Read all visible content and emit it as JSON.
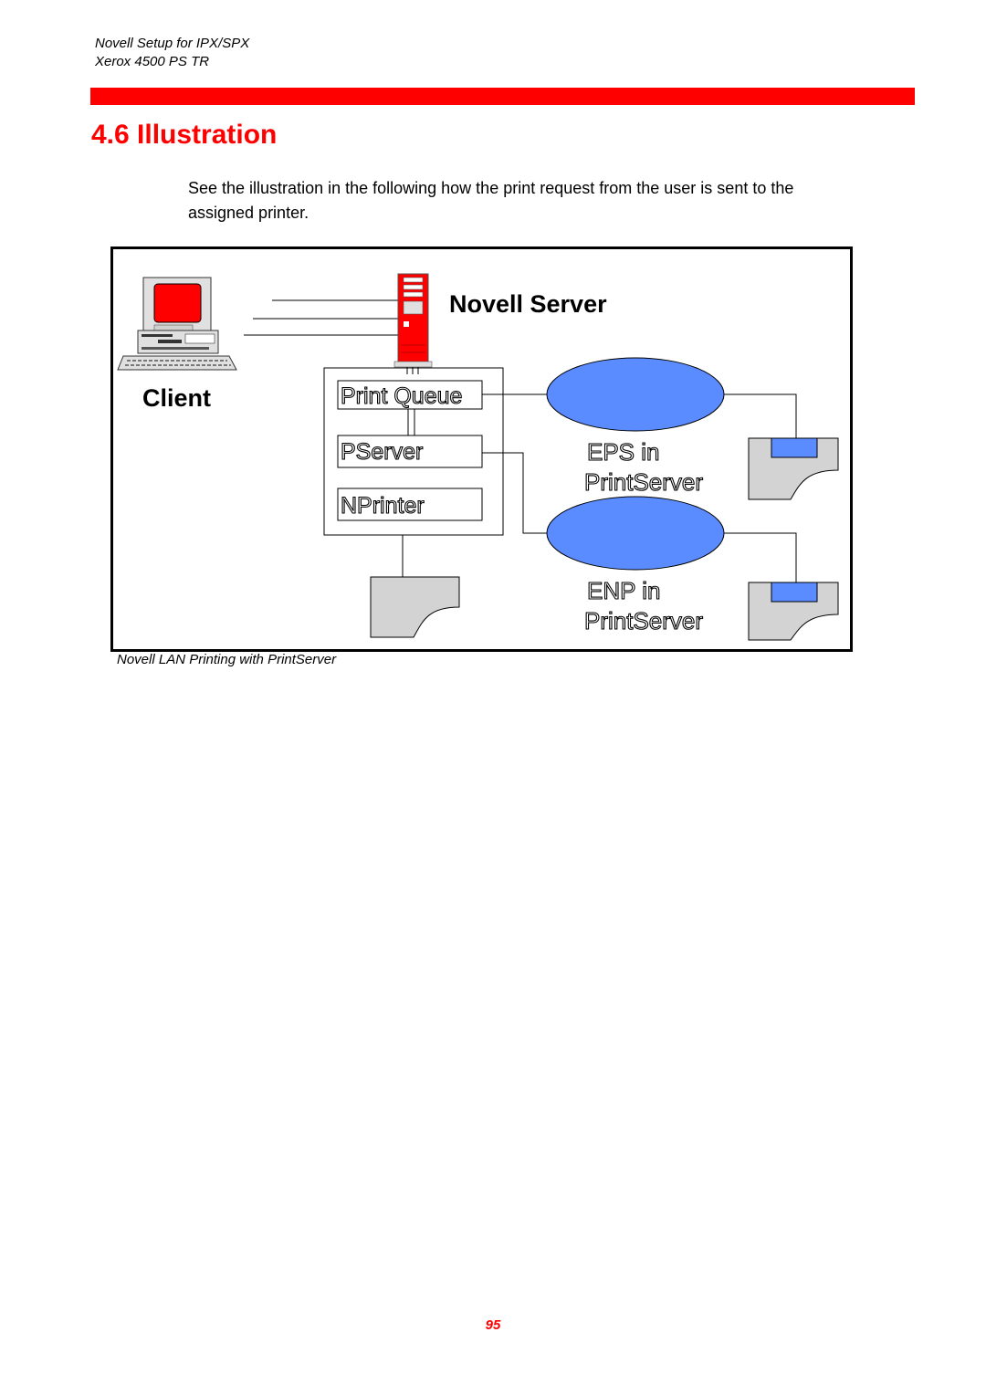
{
  "header": {
    "line1": "Novell Setup for IPX/SPX",
    "line2": "Xerox 4500 PS TR"
  },
  "section": {
    "title": "4.6 Illustration"
  },
  "intro": "See the illustration in the following how the print request from the user is sent to the assigned printer.",
  "diagram": {
    "server_label": "Novell Server",
    "client_label": "Client",
    "queue_label": "Print Queue",
    "pserver_label": "PServer",
    "nprinter_label": "NPrinter",
    "eps_label_1": "EPS in",
    "eps_label_2": "PrintServer",
    "enp_label_1": "ENP in",
    "enp_label_2": "PrintServer",
    "accent_color": "#ff0000",
    "node_color": "#5b8cff"
  },
  "caption": "Novell LAN Printing with PrintServer",
  "page_number": "95"
}
